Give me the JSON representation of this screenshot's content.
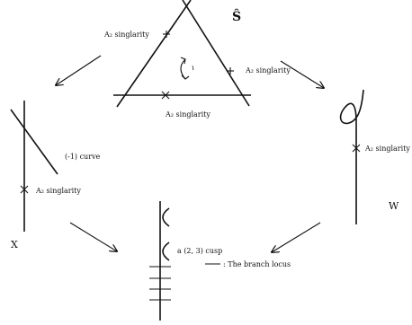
{
  "labels": {
    "s_hat": "Ŝ",
    "x_name": "X",
    "w_name": "W",
    "a2_top_left": "A₂ singlarity",
    "a2_right": "A₂ singlarity",
    "a2_bottom": "A₂ singlarity",
    "a2_x": "A₂ singlarity",
    "a2_w": "A₂ singlarity",
    "minus_one_curve": "(-1) curve",
    "cusp": "a (2, 3) cusp",
    "branch_legend": ": The branch locus",
    "involution_mark": "ι"
  }
}
